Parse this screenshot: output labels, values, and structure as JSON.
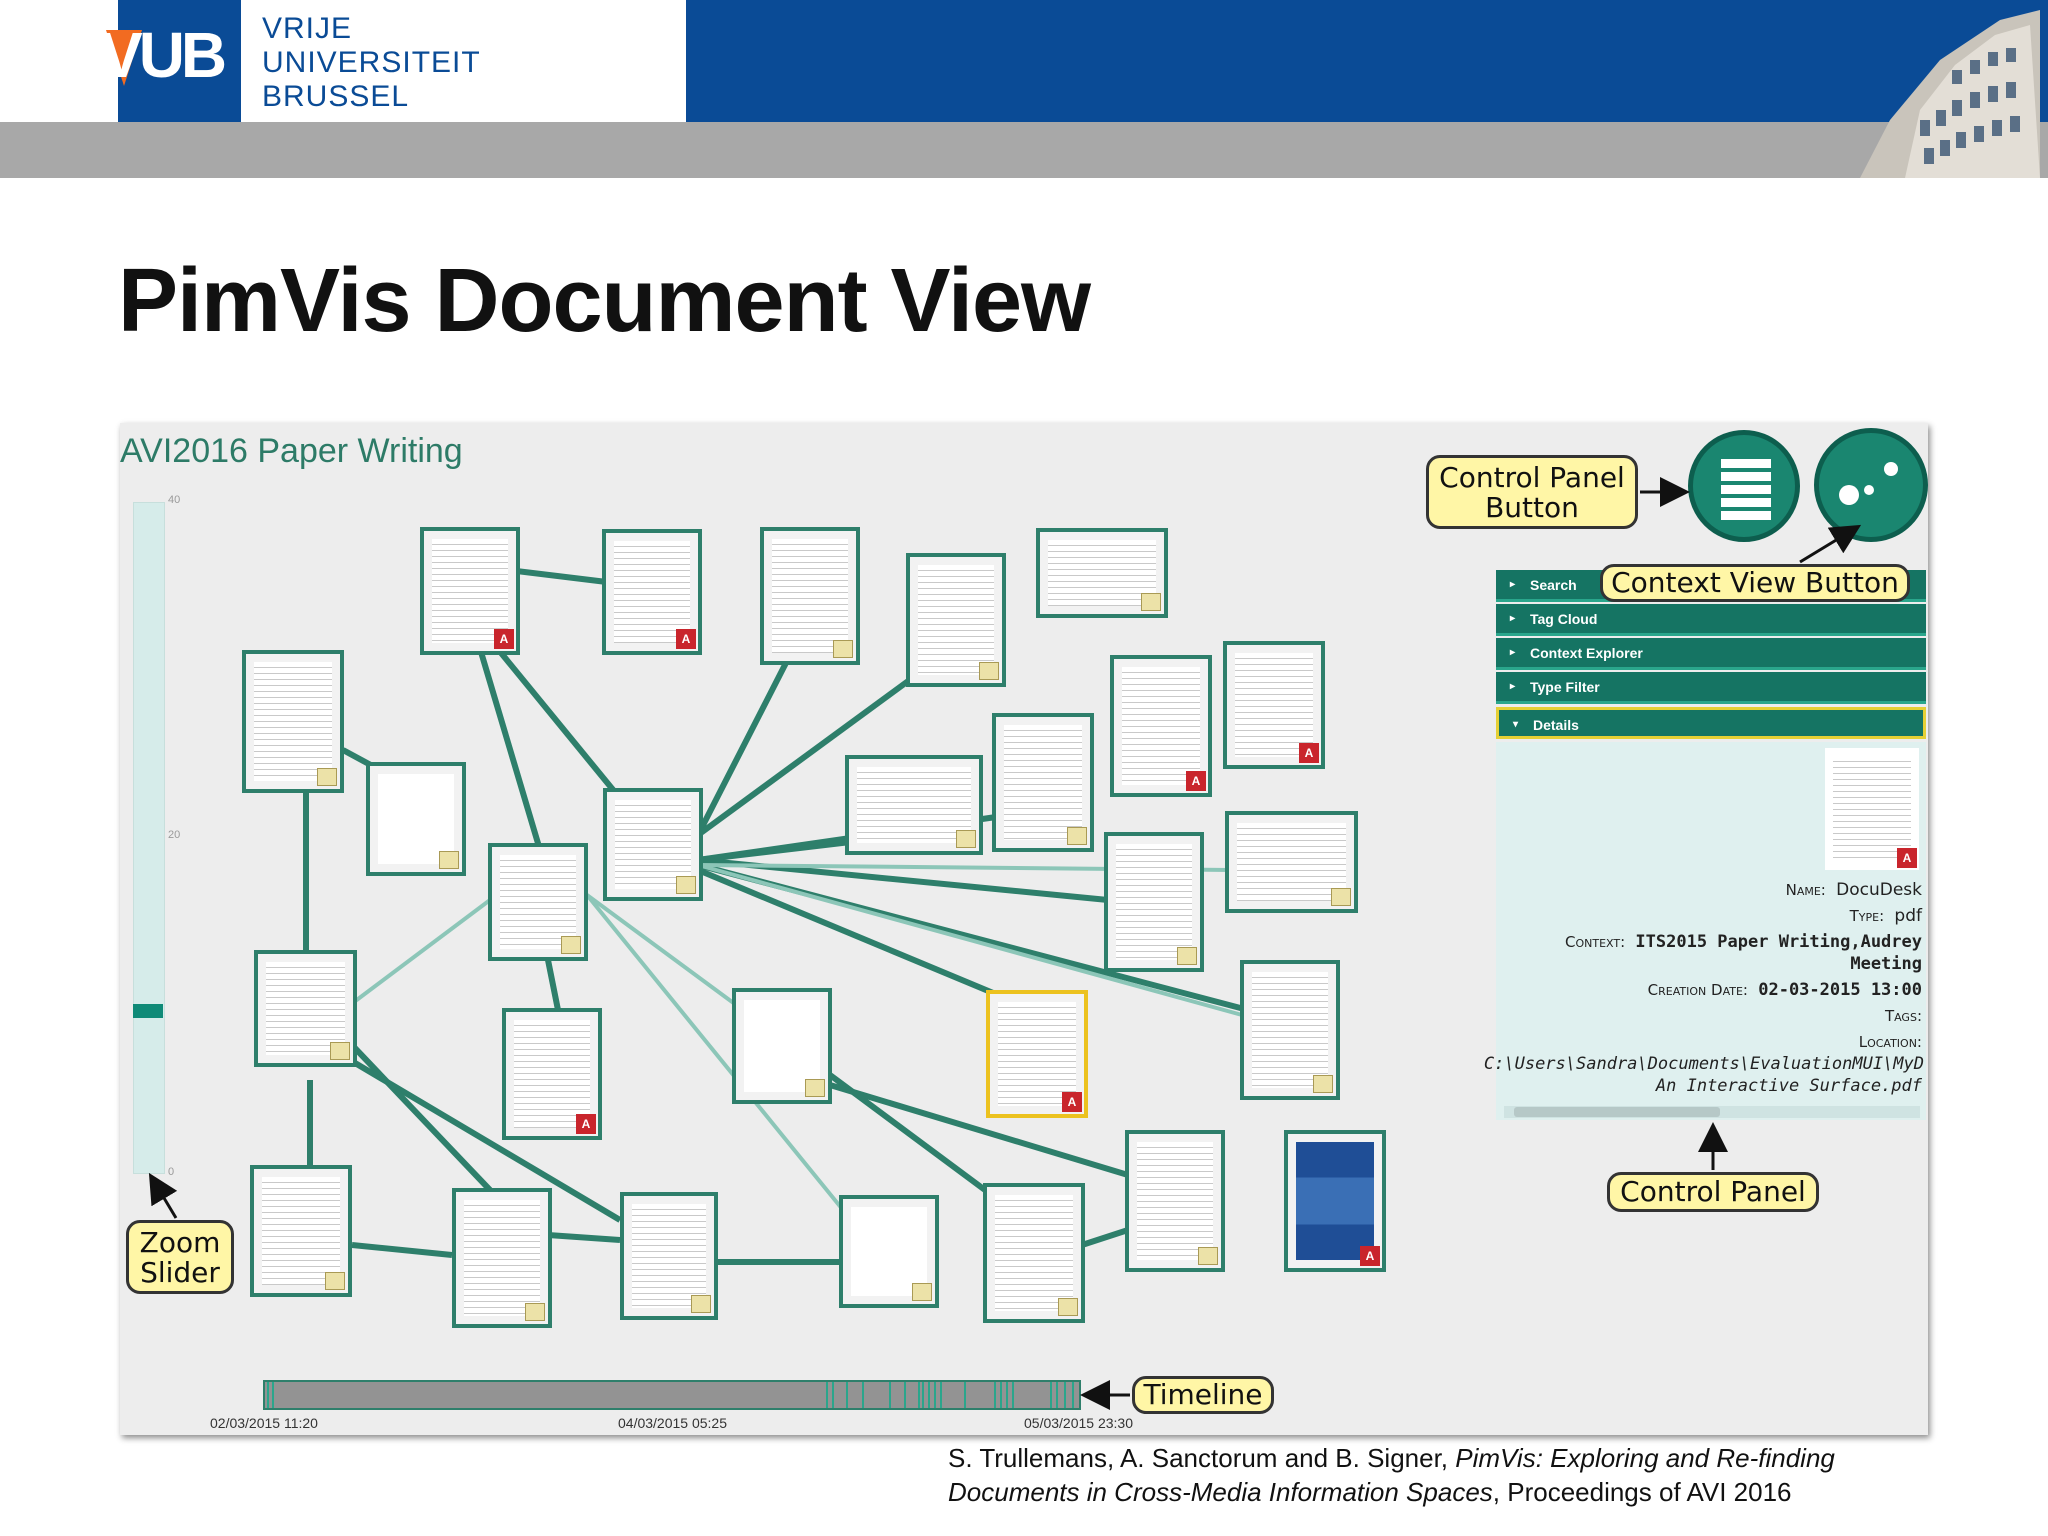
{
  "header": {
    "logo_text": "VUB",
    "university_lines": [
      "VRIJE",
      "UNIVERSITEIT",
      "BRUSSEL"
    ],
    "colors": {
      "brand_blue": "#0a4b96",
      "brand_orange": "#f26b21",
      "band_gray": "#a8a8a8"
    }
  },
  "slide": {
    "title": "PimVis Document View"
  },
  "app": {
    "context_title": "AVI2016 Paper Writing",
    "zoom_ticks": [
      "40",
      "20",
      "0"
    ],
    "zoom_level_fraction": 0.24,
    "panel": {
      "rows": [
        {
          "label": "Search",
          "arrow": "▸"
        },
        {
          "label": "Tag Cloud",
          "arrow": "▸"
        },
        {
          "label": "Context Explorer",
          "arrow": "▸"
        },
        {
          "label": "Type Filter",
          "arrow": "▸"
        },
        {
          "label": "Details",
          "arrow": "▾"
        }
      ],
      "details": {
        "name_label": "Name:",
        "name_value": "DocuDesk",
        "type_label": "Type:",
        "type_value": "pdf",
        "context_label": "Context:",
        "context_value_1": "ITS2015 Paper Writing,Audrey",
        "context_value_2": "Meeting",
        "date_label": "Creation Date:",
        "date_value": "02-03-2015 13:00",
        "tags_label": "Tags:",
        "location_label": "Location:",
        "location_value_1": "C:\\Users\\Sandra\\Documents\\EvaluationMUI\\MyD",
        "location_value_2": "An Interactive Surface.pdf"
      }
    },
    "timeline": {
      "labels": [
        "02/03/2015 11:20",
        "04/03/2015 05:25",
        "05/03/2015 23:30"
      ]
    }
  },
  "callouts": {
    "control_panel_button": [
      "Control Panel",
      "Button"
    ],
    "context_view_button": "Context View Button",
    "control_panel": "Control Panel",
    "zoom_slider": [
      "Zoom",
      "Slider"
    ],
    "timeline": "Timeline"
  },
  "citation": {
    "line1_plain": "S. Trullemans, A. Sanctorum and B. Signer, ",
    "line1_italic": "PimVis: Exploring and Re-finding",
    "line2_italic": "Documents in Cross-Media Information Spaces",
    "line2_plain": ", Proceedings of AVI 2016"
  },
  "icons": {
    "pdf_icon": "pdf-icon",
    "note_icon": "note-icon",
    "list_icon": "list-icon",
    "bubbles_icon": "bubbles-icon"
  }
}
